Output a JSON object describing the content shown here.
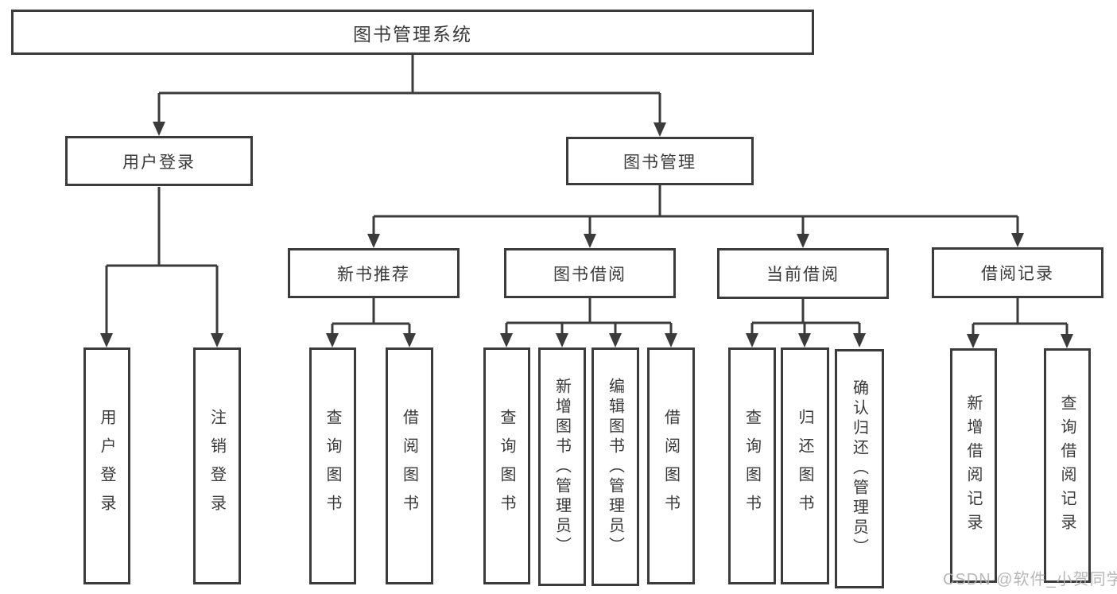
{
  "diagram": {
    "root": {
      "label": "图书管理系统"
    },
    "level2": [
      {
        "label": "用户登录"
      },
      {
        "label": "图书管理"
      }
    ],
    "level3": [
      {
        "label": "新书推荐"
      },
      {
        "label": "图书借阅"
      },
      {
        "label": "当前借阅"
      },
      {
        "label": "借阅记录"
      }
    ],
    "leaves": {
      "user_login": [
        "用户登录",
        "注销登录"
      ],
      "new_book": [
        "查询图书",
        "借阅图书"
      ],
      "book_borrow": [
        "查询图书",
        "新增图书（管理员）",
        "编辑图书（管理员）",
        "借阅图书"
      ],
      "current_borrow": [
        "查询图书",
        "归还图书",
        "确认归还（管理员）"
      ],
      "borrow_records": [
        "新增借阅记录",
        "查询借阅记录"
      ]
    }
  },
  "watermark": {
    "text": "CSDN @软件_小贺同学"
  },
  "colors": {
    "line": "#3b3b3b",
    "text": "#3a3a3a",
    "watermark": "#b0b0b0",
    "background": "#ffffff"
  }
}
